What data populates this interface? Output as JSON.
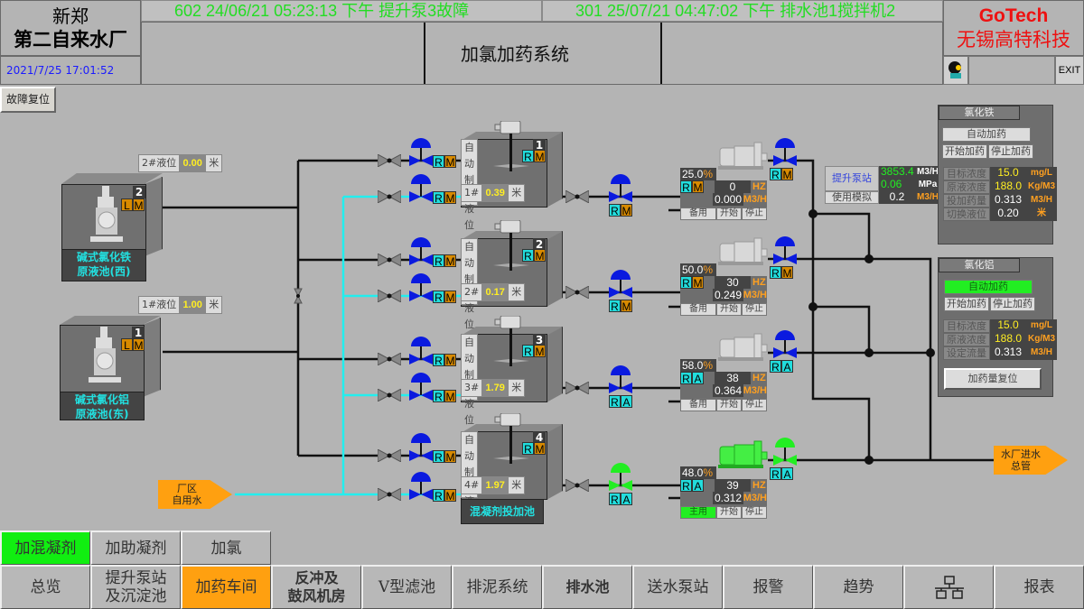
{
  "header": {
    "plant_line1": "新郑",
    "plant_line2": "第二自来水厂",
    "datetime": "2021/7/25 17:01:52",
    "alarm1": "602 24/06/21  05:23:13 下午 提升泵3故障",
    "alarm2": "301 25/07/21  04:47:02 下午 排水池1搅拌机2",
    "page_title": "加氯加药系统",
    "logo_en": "GoTech",
    "logo_cn": "无锡高特科技",
    "user_icon": "user-icon",
    "exit_label": "EXIT"
  },
  "fault_reset_label": "故障复位",
  "source_tanks": [
    {
      "id": "2",
      "level_label": "2#液位",
      "level_value": "0.00",
      "unit": "米",
      "name_l1": "碱式氯化铁",
      "name_l2": "原液池(西)",
      "tag1": "L",
      "tag2": "M"
    },
    {
      "id": "1",
      "level_label": "1#液位",
      "level_value": "1.00",
      "unit": "米",
      "name_l1": "碱式氯化铝",
      "name_l2": "原液池(东)",
      "tag1": "L",
      "tag2": "M"
    }
  ],
  "dosing_tanks": [
    {
      "id": "1",
      "mode": "自动制药",
      "level_label": "1#液位",
      "level_value": "0.39",
      "unit": "米",
      "tag1": "R",
      "tag2": "M"
    },
    {
      "id": "2",
      "mode": "自动制药",
      "level_label": "2#液位",
      "level_value": "0.17",
      "unit": "米",
      "tag1": "R",
      "tag2": "M"
    },
    {
      "id": "3",
      "mode": "自动制药",
      "level_label": "3#液位",
      "level_value": "1.79",
      "unit": "米",
      "tag1": "R",
      "tag2": "M"
    },
    {
      "id": "4",
      "mode": "自动制药",
      "level_label": "4#液位",
      "level_value": "1.97",
      "unit": "米",
      "tag1": "R",
      "tag2": "M"
    }
  ],
  "dosing_pool_label": "混凝剂投加池",
  "inlet_valves_tag": {
    "r": "R",
    "m": "M"
  },
  "pumps": [
    {
      "percent": "25.0",
      "pct_unit": "%",
      "tag1": "R",
      "tag2": "M",
      "hz": "0",
      "hz_unit": "HZ",
      "flow": "0.000",
      "flow_unit": "M3/H",
      "btn1": "备用",
      "btn2": "开始",
      "btn3": "停止",
      "active": false,
      "valve_tag1": "R",
      "valve_tag2": "M",
      "outlet_valve_tag1": "R",
      "outlet_valve_tag2": "M"
    },
    {
      "percent": "50.0",
      "pct_unit": "%",
      "tag1": "R",
      "tag2": "M",
      "hz": "30",
      "hz_unit": "HZ",
      "flow": "0.249",
      "flow_unit": "M3/H",
      "btn1": "备用",
      "btn2": "开始",
      "btn3": "停止",
      "active": false,
      "valve_tag1": "R",
      "valve_tag2": "M",
      "outlet_valve_tag1": "R",
      "outlet_valve_tag2": "M"
    },
    {
      "percent": "58.0",
      "pct_unit": "%",
      "tag1": "R",
      "tag2": "A",
      "hz": "38",
      "hz_unit": "HZ",
      "flow": "0.364",
      "flow_unit": "M3/H",
      "btn1": "备用",
      "btn2": "开始",
      "btn3": "停止",
      "active": false,
      "valve_tag1": "R",
      "valve_tag2": "A",
      "outlet_valve_tag1": "R",
      "outlet_valve_tag2": "A"
    },
    {
      "percent": "48.0",
      "pct_unit": "%",
      "tag1": "R",
      "tag2": "A",
      "hz": "39",
      "hz_unit": "HZ",
      "flow": "0.312",
      "flow_unit": "M3/H",
      "btn1": "主用",
      "btn2": "开始",
      "btn3": "停止",
      "active": true,
      "valve_tag1": "R",
      "valve_tag2": "A",
      "outlet_valve_tag1": "R",
      "outlet_valve_tag2": "A"
    }
  ],
  "lift_station": {
    "name": "提升泵站",
    "sim_label": "使用模拟",
    "flow": "3853.4",
    "flow_unit": "M3/H",
    "pressure": "0.06",
    "pressure_unit": "MPa",
    "sim_flow": "0.2",
    "sim_flow_unit": "M3/H"
  },
  "ferric_panel": {
    "title": "氯化铁",
    "auto_label": "自动加药",
    "auto_active": false,
    "start_label": "开始加药",
    "stop_label": "停止加药",
    "rows": [
      {
        "k": "目标浓度",
        "v": "15.0",
        "u": "mg/L"
      },
      {
        "k": "原液浓度",
        "v": "188.0",
        "u": "Kg/M3"
      },
      {
        "k": "投加药量",
        "v": "0.313",
        "u": "M3/H"
      },
      {
        "k": "切换液位",
        "v": "0.20",
        "u": "米"
      }
    ]
  },
  "alum_panel": {
    "title": "氯化铝",
    "auto_label": "自动加药",
    "auto_active": true,
    "start_label": "开始加药",
    "stop_label": "停止加药",
    "rows": [
      {
        "k": "目标浓度",
        "v": "15.0",
        "u": "mg/L"
      },
      {
        "k": "原液浓度",
        "v": "188.0",
        "u": "Kg/M3"
      },
      {
        "k": "设定流量",
        "v": "0.313",
        "u": "M3/H"
      }
    ],
    "reset_label": "加药量复位"
  },
  "arrows": {
    "plant_water": [
      "厂区",
      "自用水"
    ],
    "main_inlet": [
      "水厂进水",
      "总管"
    ]
  },
  "subnav": [
    {
      "label": "加混凝剂",
      "active": true
    },
    {
      "label": "加助凝剂",
      "active": false
    },
    {
      "label": "加氯",
      "active": false
    }
  ],
  "nav": [
    {
      "label": "总览"
    },
    {
      "label": "提升泵站\n及沉淀池"
    },
    {
      "label": "加药车间",
      "active": true
    },
    {
      "label": "反冲及\n鼓风机房"
    },
    {
      "label": "V型滤池"
    },
    {
      "label": "排泥系统"
    },
    {
      "label": "排水池"
    },
    {
      "label": "送水泵站"
    },
    {
      "label": "报警"
    },
    {
      "label": "趋势"
    },
    {
      "label": "network-icon"
    },
    {
      "label": "报表"
    }
  ],
  "colors": {
    "active_green": "#11ee11",
    "active_orange": "#ffa010",
    "valve_blue": "#0a1adf",
    "valve_green": "#22ee22",
    "water_cyan": "#22eeee",
    "alarm_green": "#22dd22",
    "logo_red": "#ee1111"
  }
}
